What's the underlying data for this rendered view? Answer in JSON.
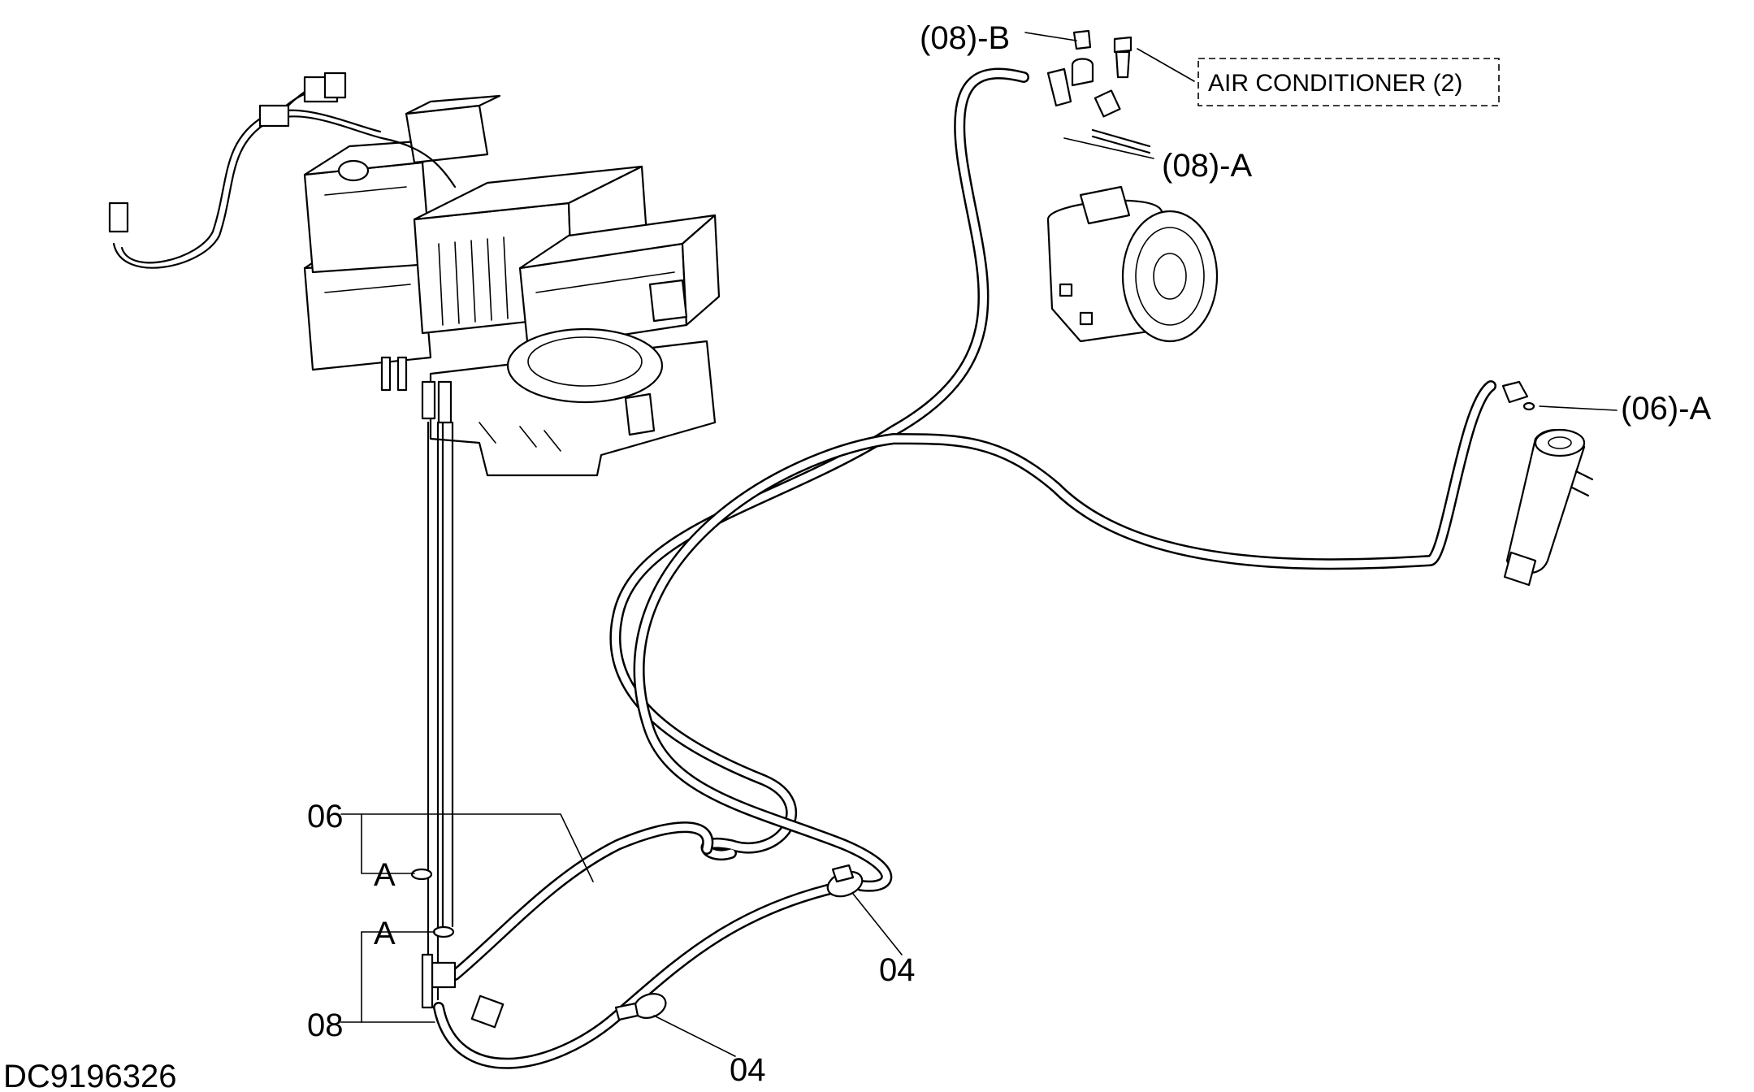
{
  "drawing_number": "DC9196326",
  "labels": {
    "ref_08_b": "(08)-B",
    "ref_08_a": "(08)-A",
    "ref_06_a": "(06)-A",
    "air_conditioner": "AIR CONDITIONER (2)",
    "part_06": "06",
    "part_08": "08",
    "part_a_upper": "A",
    "part_a_lower": "A",
    "part_04_upper": "04",
    "part_04_lower": "04"
  }
}
